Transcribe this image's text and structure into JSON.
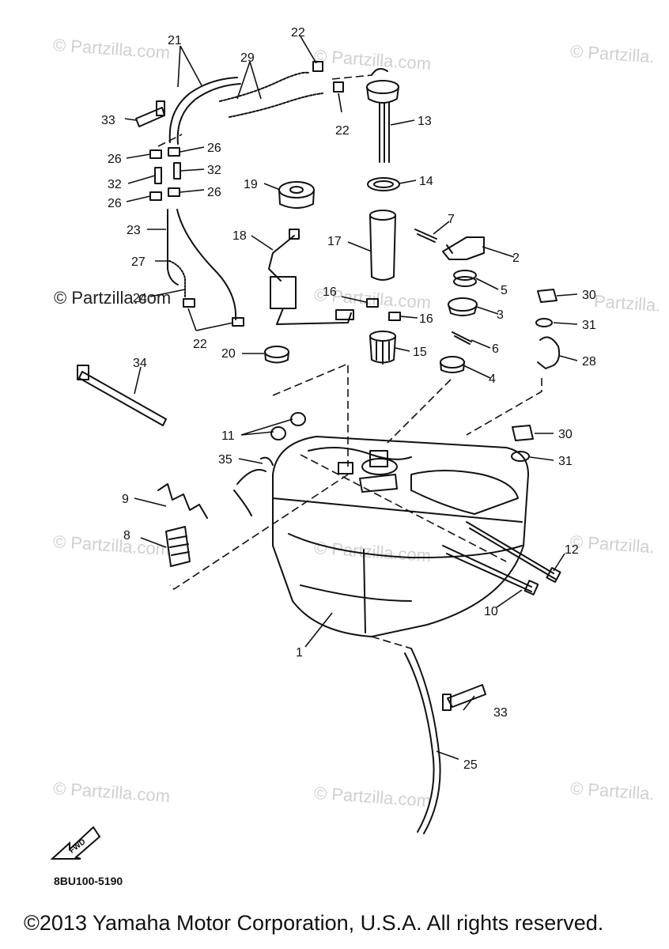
{
  "watermarks": {
    "w1": "© Partzilla.com",
    "w2": "© Partzilla.com",
    "w3": "© Partzilla.",
    "w4": "© Partzilla.com",
    "w5": "© Partzilla.com",
    "w6": "© Partzilla.",
    "w7": "© Partzilla.com",
    "w8": "© Partzilla.com",
    "w9": "© Partzilla.",
    "w10": "Partzilla.",
    "strong": "© Partzilla.com"
  },
  "labels": {
    "l1": "1",
    "l2": "2",
    "l3": "3",
    "l4": "4",
    "l5": "5",
    "l6": "6",
    "l7": "7",
    "l8": "8",
    "l9": "9",
    "l10": "10",
    "l11": "11",
    "l12": "12",
    "l13": "13",
    "l14": "14",
    "l15": "15",
    "l16a": "16",
    "l16b": "16",
    "l17": "17",
    "l18": "18",
    "l19": "19",
    "l20": "20",
    "l21": "21",
    "l22a": "22",
    "l22b": "22",
    "l22c": "22",
    "l23": "23",
    "l24": "24",
    "l25": "25",
    "l26a": "26",
    "l26b": "26",
    "l26c": "26",
    "l26d": "26",
    "l27": "27",
    "l28": "28",
    "l29": "29",
    "l30a": "30",
    "l30b": "30",
    "l31a": "31",
    "l31b": "31",
    "l32a": "32",
    "l32b": "32",
    "l33a": "33",
    "l33b": "33",
    "l34": "34",
    "l35": "35"
  },
  "fwd_label": "FWD",
  "diagram_code": "8BU100-5190",
  "copyright": "©2013 Yamaha Motor Corporation, U.S.A. All rights reserved."
}
